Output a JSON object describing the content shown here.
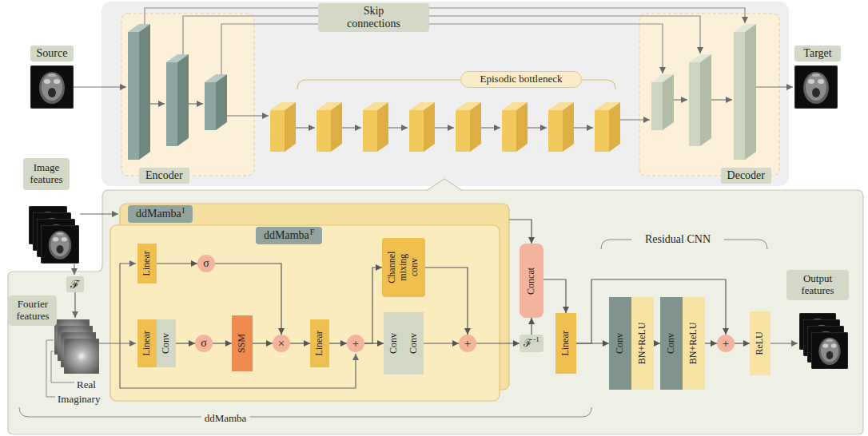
{
  "diagram": {
    "nodes": [
      {
        "text": [
          "Source"
        ]
      },
      {
        "text": [
          "Encoder"
        ]
      },
      {
        "text": [
          "Skip connections"
        ]
      },
      {
        "text": [
          "Episodic bottleneck"
        ]
      },
      {
        "text": [
          "Decoder"
        ]
      },
      {
        "text": [
          "Target"
        ]
      },
      {
        "text": [
          "Image features"
        ]
      },
      {
        "text": [
          "ℱ"
        ]
      },
      {
        "text": [
          "Fourier features"
        ]
      },
      {
        "text": [
          "ddMamba",
          "I"
        ]
      },
      {
        "text": [
          "ddMamba",
          "F"
        ]
      },
      {
        "text": [
          "Linear"
        ],
        "in": 10
      },
      {
        "text": [
          "σ"
        ],
        "in": 10
      },
      {
        "text": [
          "Linear"
        ],
        "in": 10
      },
      {
        "text": [
          "Conv"
        ],
        "in": 10
      },
      {
        "text": [
          "σ"
        ],
        "in": 10
      },
      {
        "text": [
          "SSM"
        ],
        "in": 10
      },
      {
        "text": [
          "×"
        ],
        "in": 10
      },
      {
        "text": [
          "Linear"
        ],
        "in": 10
      },
      {
        "text": [
          "+"
        ],
        "in": 10
      },
      {
        "text": [
          "Channel mixing conv"
        ],
        "in": 10
      },
      {
        "text": [
          "Conv"
        ],
        "in": 10
      },
      {
        "text": [
          "Conv"
        ],
        "in": 10
      },
      {
        "text": [
          "+"
        ],
        "in": 10
      },
      {
        "text": [
          "Concat"
        ]
      },
      {
        "text": [
          "ℱ",
          "-1"
        ]
      },
      {
        "text": [
          "Linear"
        ]
      },
      {
        "text": [
          "Residual CNN"
        ]
      },
      {
        "text": [
          "Conv"
        ]
      },
      {
        "text": [
          "BN+ReLU"
        ]
      },
      {
        "text": [
          "Conv"
        ]
      },
      {
        "text": [
          "BN+ReLU"
        ]
      },
      {
        "text": [
          "+"
        ]
      },
      {
        "text": [
          "ReLU"
        ]
      },
      {
        "text": [
          "Output features"
        ]
      }
    ],
    "edges": [
      {
        "from": 11,
        "to": 12,
        "arrow": "to"
      },
      {
        "from": 12,
        "to": 17,
        "arrow": "to"
      },
      {
        "from": 14,
        "to": 15,
        "arrow": "to"
      },
      {
        "from": 15,
        "to": 16,
        "arrow": "to"
      },
      {
        "from": 16,
        "to": 17,
        "arrow": "to"
      },
      {
        "from": 17,
        "to": 18,
        "arrow": "to"
      },
      {
        "from": 18,
        "to": 19,
        "arrow": "to"
      },
      {
        "from": 19,
        "to": 21,
        "arrow": "to"
      },
      {
        "from": 19,
        "to": 20,
        "arrow": "to"
      },
      {
        "from": 20,
        "to": 23,
        "arrow": "to"
      },
      {
        "from": 22,
        "to": 23,
        "arrow": "to"
      },
      {
        "from": 23,
        "to": 25,
        "arrow": "to"
      },
      {
        "from": 25,
        "to": 24,
        "arrow": "to"
      },
      {
        "from": 9,
        "to": 24,
        "arrow": "to"
      },
      {
        "from": 24,
        "to": 26,
        "arrow": "to"
      },
      {
        "from": 26,
        "to": 28,
        "arrow": "to"
      },
      {
        "from": 26,
        "to": 32,
        "arrow": "to"
      },
      {
        "from": 29,
        "to": 30,
        "arrow": "to"
      },
      {
        "from": 31,
        "to": 32,
        "arrow": "to"
      },
      {
        "from": 32,
        "to": 33,
        "arrow": "to"
      }
    ],
    "labels": [
      "Real",
      "Imaginary",
      "ddMamba"
    ]
  }
}
